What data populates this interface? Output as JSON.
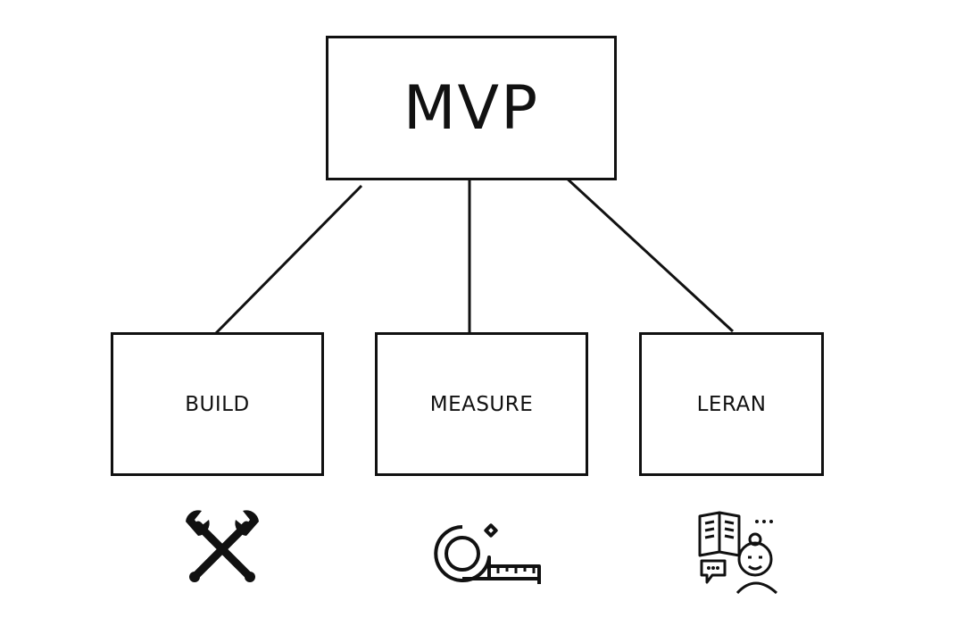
{
  "root": {
    "label": "MVP"
  },
  "children": [
    {
      "label": "BUILD",
      "icon": "wrench-cross-icon"
    },
    {
      "label": "MEASURE",
      "icon": "tape-measure-icon"
    },
    {
      "label": "LERAN",
      "icon": "learning-person-icon"
    }
  ],
  "colors": {
    "stroke": "#111111",
    "background": "#ffffff"
  }
}
